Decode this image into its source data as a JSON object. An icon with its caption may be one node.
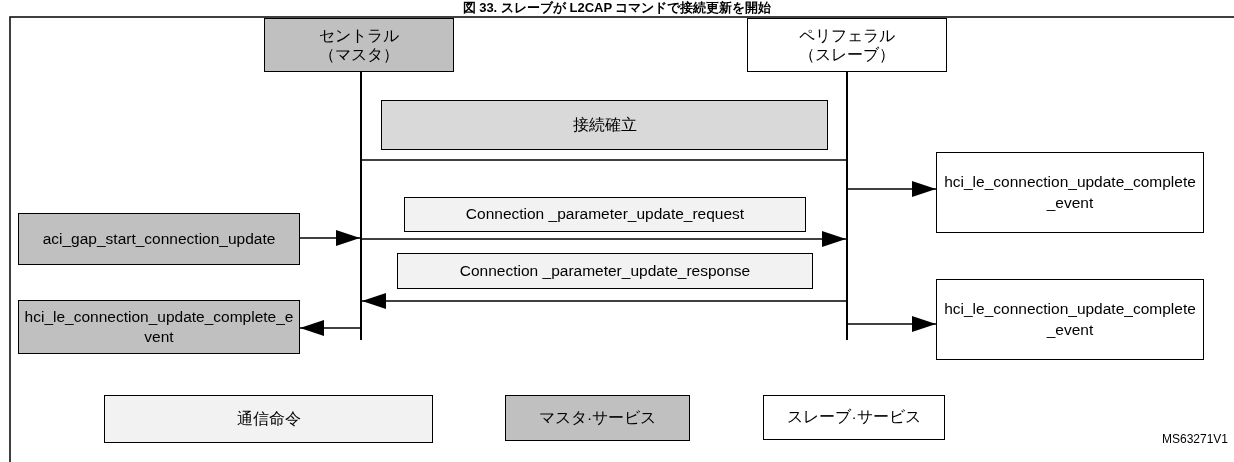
{
  "diagram": {
    "title": "図 33. スレーブが L2CAP コマンドで接続更新を開始",
    "nodes": [
      {
        "text": [
          "セントラル（マスタ）"
        ]
      },
      {
        "text": [
          "ペリフェラル（スレーブ）"
        ]
      },
      {
        "text": [],
        "shape": "bar"
      },
      {
        "text": [],
        "shape": "bar"
      },
      {
        "text": [
          "aci_gap_start_connection_update"
        ]
      },
      {
        "text": [
          "hci_le_connection_update_complete_event"
        ]
      },
      {
        "text": [
          "hci_le_connection_update_complete_event"
        ]
      },
      {
        "text": [
          "hci_le_connection_update_complete_event"
        ]
      }
    ],
    "edges": [
      {
        "from": 2,
        "to": 3,
        "arrow": "none",
        "label": "接続確立"
      },
      {
        "from": 4,
        "to": 2,
        "arrow": "to"
      },
      {
        "from": 2,
        "to": 3,
        "arrow": "to",
        "label": "Connection _parameter_update_request"
      },
      {
        "from": 3,
        "to": 2,
        "arrow": "to",
        "label": "Connection _parameter_update_response"
      },
      {
        "from": 2,
        "to": 5,
        "arrow": "to"
      },
      {
        "from": 3,
        "to": 6,
        "arrow": "to"
      },
      {
        "from": 3,
        "to": 7,
        "arrow": "to"
      }
    ],
    "labels": [
      "MS63271V1"
    ],
    "legend": [
      {
        "text": "通信命令",
        "color": "#f2f2f2"
      },
      {
        "text": "マスタ·サービス",
        "color": "#c0c0c0"
      },
      {
        "text": "スレーブ·サービス",
        "color": "#ffffff"
      }
    ]
  }
}
